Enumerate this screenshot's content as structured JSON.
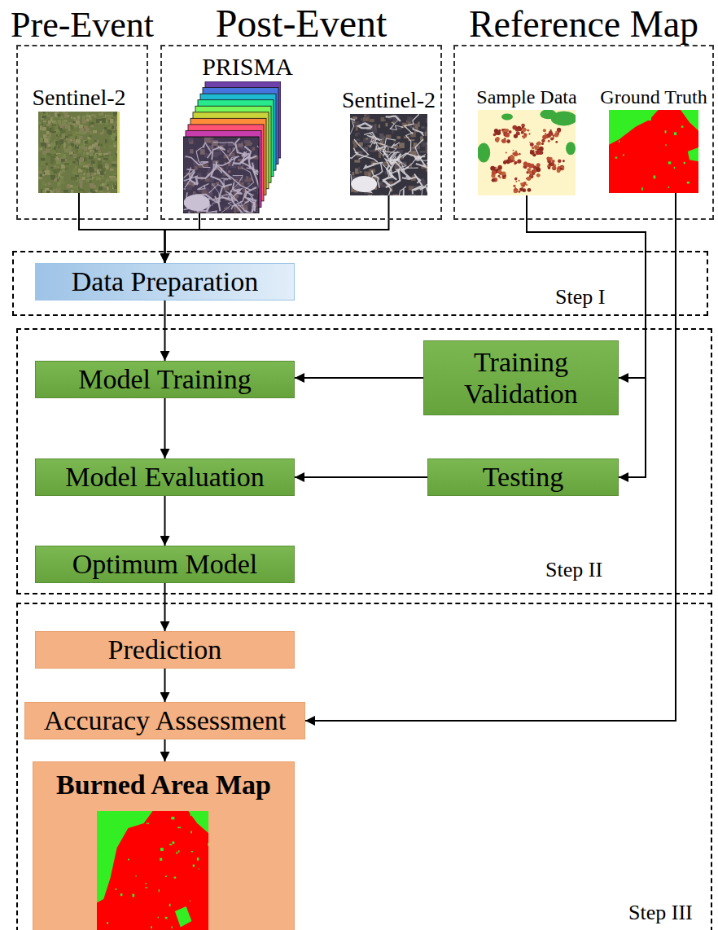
{
  "diagram": {
    "nodes": [
      {
        "text": [
          "Pre-Event"
        ]
      },
      {
        "text": [
          "Sentinel-2"
        ],
        "in": 0
      },
      {
        "text": [
          "Post-Event"
        ]
      },
      {
        "text": [
          "PRISMA"
        ],
        "in": 2
      },
      {
        "text": [
          "Sentinel-2"
        ],
        "in": 2
      },
      {
        "text": [
          "Reference Map"
        ]
      },
      {
        "text": [
          "Sample Data"
        ],
        "in": 5
      },
      {
        "text": [
          "Ground Truth"
        ],
        "in": 5
      },
      {
        "text": [
          "Step I"
        ]
      },
      {
        "text": [
          "Data Preparation"
        ],
        "in": 8
      },
      {
        "text": [
          "Step II"
        ]
      },
      {
        "text": [
          "Model Training"
        ],
        "in": 10
      },
      {
        "text": [
          "Training Validation"
        ],
        "in": 10
      },
      {
        "text": [
          "Model Evaluation"
        ],
        "in": 10
      },
      {
        "text": [
          "Testing"
        ],
        "in": 10
      },
      {
        "text": [
          "Optimum Model"
        ],
        "in": 10
      },
      {
        "text": [
          "Step III"
        ]
      },
      {
        "text": [
          "Prediction"
        ],
        "in": 16
      },
      {
        "text": [
          "Accuracy Assessment"
        ],
        "in": 16
      },
      {
        "text": [
          "Burned Area Map"
        ],
        "in": 16
      }
    ],
    "edges": [
      {
        "from": 1,
        "to": 9,
        "arrow": "to"
      },
      {
        "from": 3,
        "to": 9,
        "arrow": "to"
      },
      {
        "from": 4,
        "to": 9,
        "arrow": "to"
      },
      {
        "from": 9,
        "to": 11,
        "arrow": "to"
      },
      {
        "from": 6,
        "to": 12,
        "arrow": "to"
      },
      {
        "from": 12,
        "to": 11,
        "arrow": "to"
      },
      {
        "from": 11,
        "to": 13,
        "arrow": "to"
      },
      {
        "from": 6,
        "to": 14,
        "arrow": "to"
      },
      {
        "from": 14,
        "to": 13,
        "arrow": "to"
      },
      {
        "from": 13,
        "to": 15,
        "arrow": "to"
      },
      {
        "from": 15,
        "to": 17,
        "arrow": "to"
      },
      {
        "from": 17,
        "to": 18,
        "arrow": "to"
      },
      {
        "from": 7,
        "to": 18,
        "arrow": "to"
      },
      {
        "from": 18,
        "to": 19,
        "arrow": "to"
      }
    ]
  }
}
